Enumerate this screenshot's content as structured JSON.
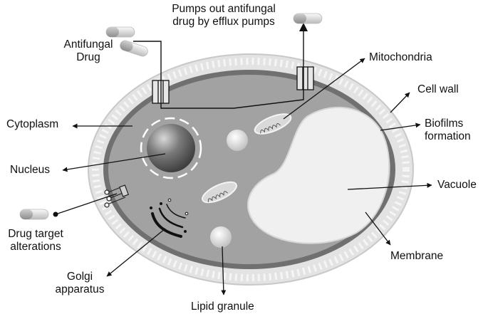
{
  "labels": {
    "pumps_line1": "Pumps out antifungal",
    "pumps_line2": "drug by efflux pumps",
    "antifungal_line1": "Antifungal",
    "antifungal_line2": "Drug",
    "mitochondria": "Mitochondria",
    "cell_wall": "Cell wall",
    "cytoplasm": "Cytoplasm",
    "biofilms_line1": "Biofilms",
    "biofilms_line2": "formation",
    "nucleus": "Nucleus",
    "vacuole": "Vacuole",
    "drug_target_line1": "Drug target",
    "drug_target_line2": "alterations",
    "membrane": "Membrane",
    "golgi_line1": "Golgi",
    "golgi_line2": "apparatus",
    "lipid_granule": "Lipid granule"
  },
  "colors": {
    "ink": "#111111",
    "cell_wall_fill": "#e6e6e6",
    "cytoplasm_fill": "#9a9a9a",
    "membrane_stroke": "#707070",
    "vacuole_fill": "#f0f0f0",
    "nucleus_fill": "#5a5a5a"
  }
}
